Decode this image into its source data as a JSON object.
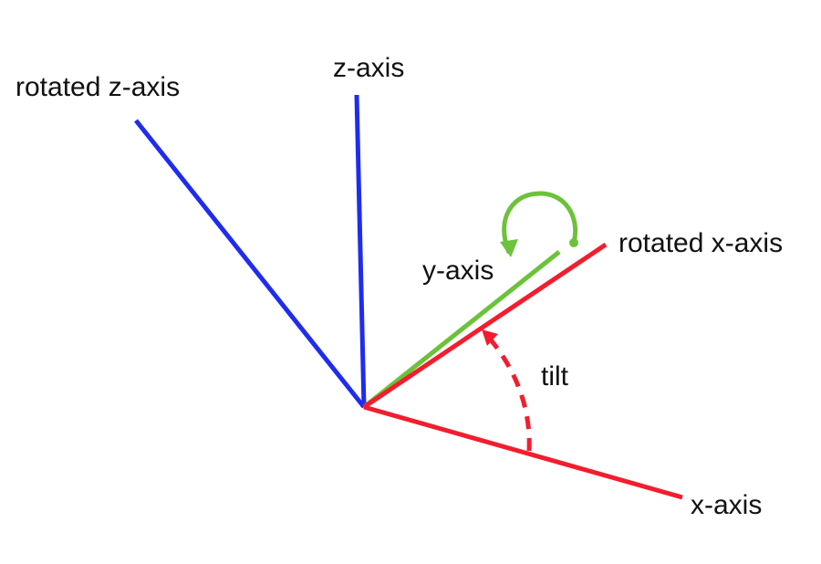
{
  "labels": {
    "z_axis": "z-axis",
    "rotated_z_axis": "rotated z-axis",
    "y_axis": "y-axis",
    "rotated_x_axis": "rotated x-axis",
    "x_axis": "x-axis",
    "tilt": "tilt"
  },
  "colors": {
    "z_axes": "#1f2cf0",
    "x_axes": "#f21d2e",
    "y_axis": "#6cc23a",
    "text": "#111111",
    "background": "#ffffff"
  }
}
